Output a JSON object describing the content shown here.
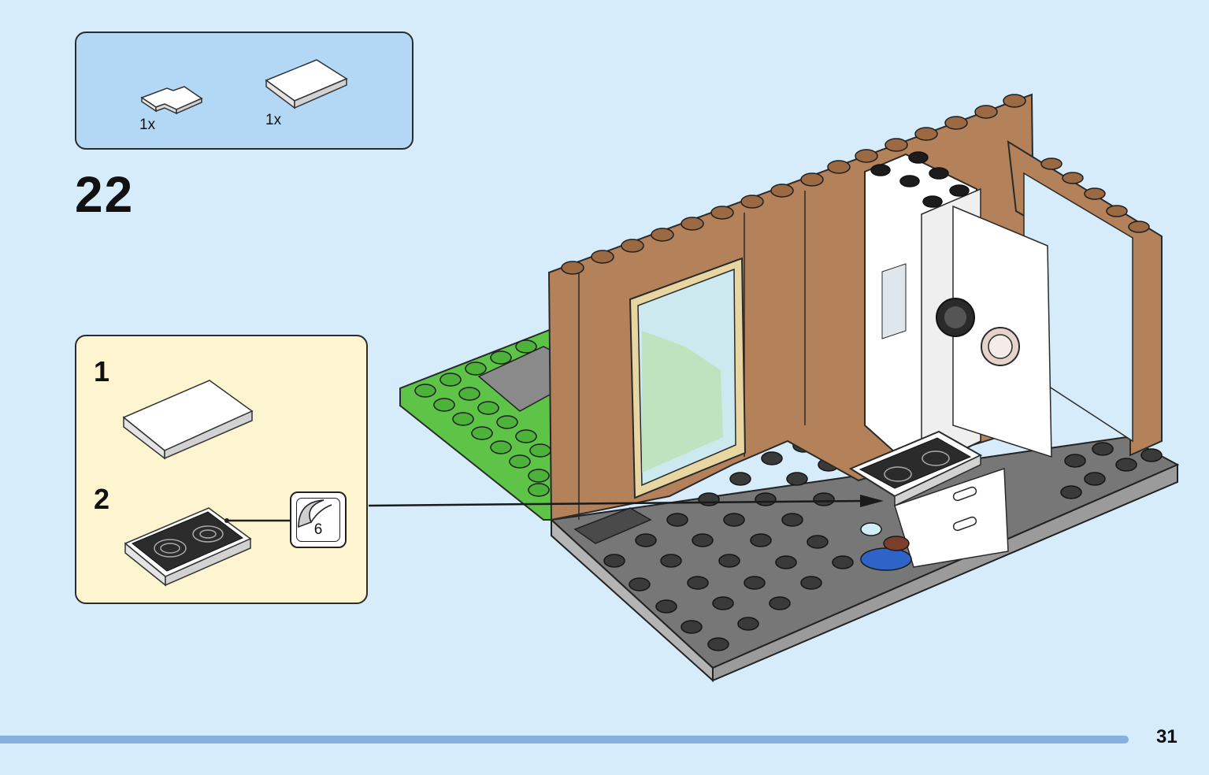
{
  "parts_list": {
    "items": [
      {
        "name": "white corner tile",
        "quantity": "1x",
        "color": "#ffffff"
      },
      {
        "name": "white flat tile",
        "quantity": "1x",
        "color": "#ffffff"
      }
    ]
  },
  "step": {
    "number": "22"
  },
  "sub_assembly": {
    "steps": [
      {
        "number": "1",
        "part": "white flat tile"
      },
      {
        "number": "2",
        "part": "stovetop tile with sticker"
      }
    ],
    "sticker": {
      "number": "6"
    }
  },
  "page": {
    "number": "31"
  },
  "colors": {
    "background": "#d6ecfb",
    "parts_box": "#b3d8f5",
    "subassembly_box": "#fdf5cf",
    "wall_brown": "#b3825a",
    "floor_gray": "#6e6e6e",
    "grass_green": "#5ec448",
    "footer_bar": "#86aede"
  }
}
